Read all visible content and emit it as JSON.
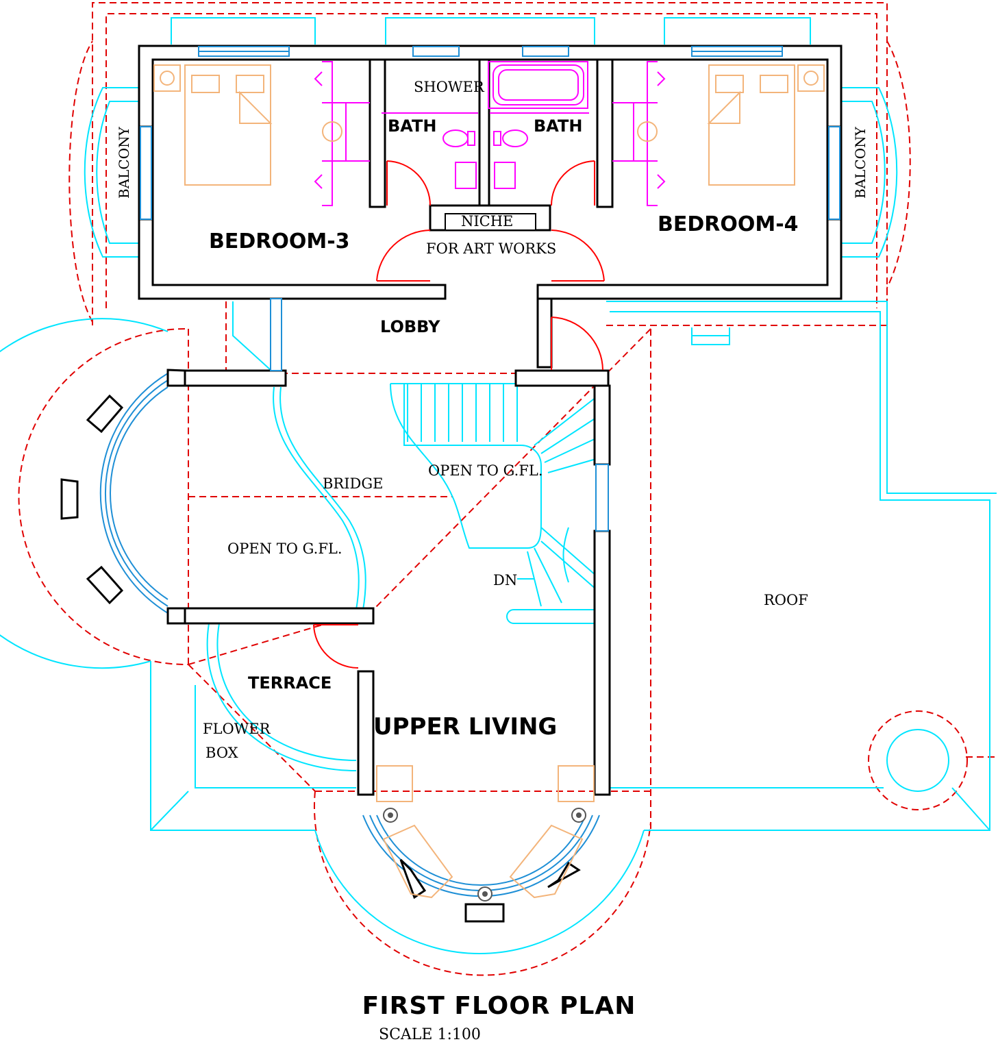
{
  "title": "FIRST FLOOR PLAN",
  "scale": "SCALE 1:100",
  "rooms": {
    "bedroom3": "BEDROOM-3",
    "bedroom4": "BEDROOM-4",
    "balcony_left": "BALCONY",
    "balcony_right": "BALCONY",
    "bath_left": "BATH",
    "bath_right": "BATH",
    "shower": "SHOWER",
    "niche": "NICHE",
    "art_works": "FOR ART WORKS",
    "lobby": "LOBBY",
    "bridge": "BRIDGE",
    "open_left": "OPEN TO G.FL.",
    "open_stair": "OPEN TO G.FL.",
    "dn": "DN",
    "roof": "ROOF",
    "terrace": "TERRACE",
    "flower": "FLOWER",
    "box": "BOX",
    "upper_living": "UPPER LIVING"
  },
  "colors": {
    "wall": "#000000",
    "outline": "#00e5ff",
    "glazing": "#1e8fd6",
    "slab_edge": "#e00000",
    "sanitary": "#ff00ff",
    "furniture": "#f3b47a"
  }
}
